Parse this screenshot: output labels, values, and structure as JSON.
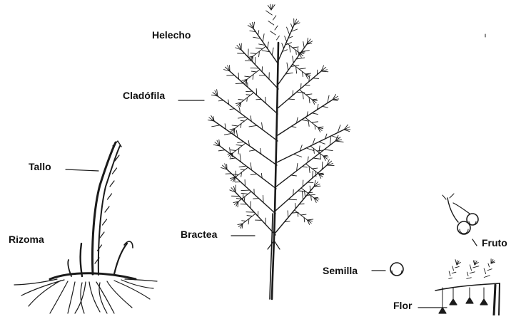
{
  "labels": {
    "helecho": "Helecho",
    "cladofila": "Cladófila",
    "tallo": "Tallo",
    "rizoma": "Rizoma",
    "bractea": "Bractea",
    "semilla": "Semilla",
    "fruto": "Fruto",
    "flor": "Flor"
  },
  "colors": {
    "ink": "#1a1a1a",
    "background": "#ffffff"
  }
}
